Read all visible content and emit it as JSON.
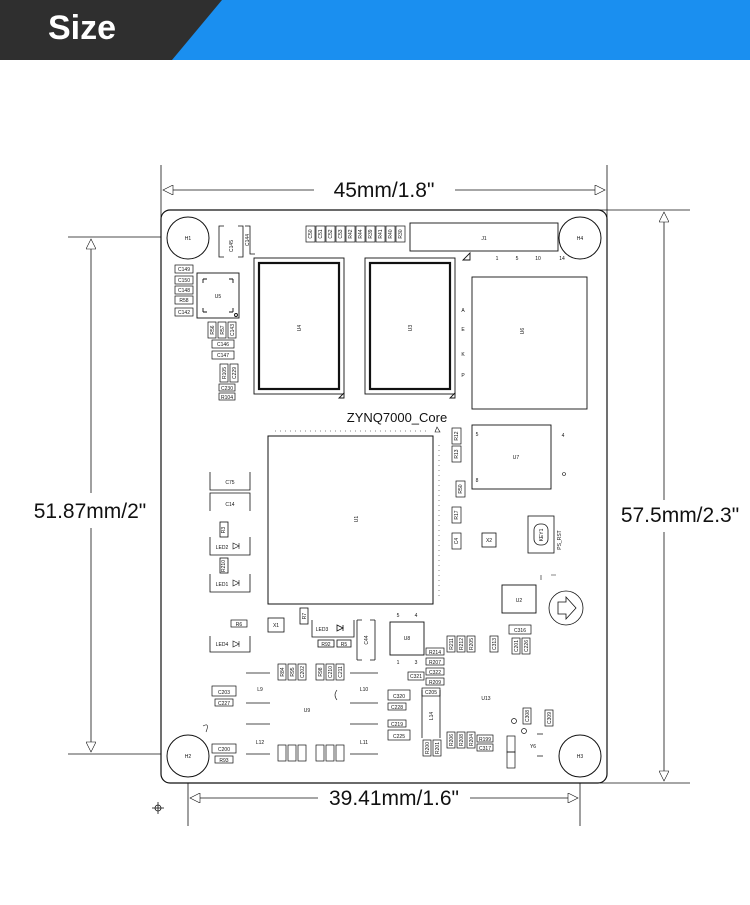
{
  "header": {
    "title": "Size",
    "bar_color": "#1a8ff0",
    "dark_color": "#2f2f2f"
  },
  "dimensions": {
    "top_width": "45mm/1.8\"",
    "bottom_width": "39.41mm/1.6\"",
    "left_height": "51.87mm/2\"",
    "right_height": "57.5mm/2.3\""
  },
  "board": {
    "name": "ZYNQ7000_Core",
    "mount_holes": [
      "H1",
      "H4",
      "H2",
      "H3"
    ],
    "chips": {
      "u1": "U1",
      "u2": "U2",
      "u3": "U3",
      "u4": "U4",
      "u5": "U5",
      "u6": "U6",
      "u7": "U7",
      "u8": "U8",
      "u9": "U9",
      "u13": "U13"
    },
    "connector": {
      "name": "J1",
      "pins": [
        "1",
        "5",
        "10",
        "14"
      ]
    },
    "u6_rows": [
      "A",
      "E",
      "K",
      "P"
    ],
    "u7_pins": [
      "5",
      "4",
      "8"
    ],
    "leds": [
      "LED2",
      "LED1",
      "LED4",
      "LED3"
    ],
    "key": {
      "name": "KEY1",
      "label": "PS_RST"
    },
    "inductors": [
      "L9",
      "L10",
      "L12",
      "L11",
      "L14"
    ],
    "crystals": [
      "X1",
      "X2",
      "Y6"
    ],
    "u8_pins": [
      "5",
      "4",
      "1",
      "3"
    ],
    "top_row": [
      "C50",
      "C51",
      "C52",
      "C53",
      "R42",
      "R44",
      "R39",
      "R41",
      "R40",
      "R30"
    ],
    "left_caps": [
      "C149",
      "C150",
      "C148",
      "R58",
      "C142"
    ],
    "mid_left": [
      "C146",
      "C147",
      "C230",
      "R104"
    ],
    "vertical_small": [
      "C145",
      "C144",
      "R56",
      "R57",
      "C143",
      "R105",
      "C229",
      "R12",
      "R13",
      "R50",
      "R17",
      "C4"
    ],
    "misc": [
      "C75",
      "C14",
      "R6",
      "R7",
      "R92",
      "R5",
      "C44",
      "R4",
      "R3",
      "R210",
      "R211",
      "R212",
      "R205",
      "R214",
      "R207",
      "C322",
      "R209",
      "C321",
      "C313",
      "C316",
      "C201",
      "C226",
      "C203",
      "C227",
      "C320",
      "C228",
      "C205",
      "C219",
      "C225",
      "C200",
      "R93",
      "R84",
      "R95",
      "C202",
      "R98",
      "C210",
      "C211",
      "R200",
      "R201",
      "R206",
      "R208",
      "R204",
      "R199",
      "C317",
      "C309",
      "C308"
    ]
  }
}
